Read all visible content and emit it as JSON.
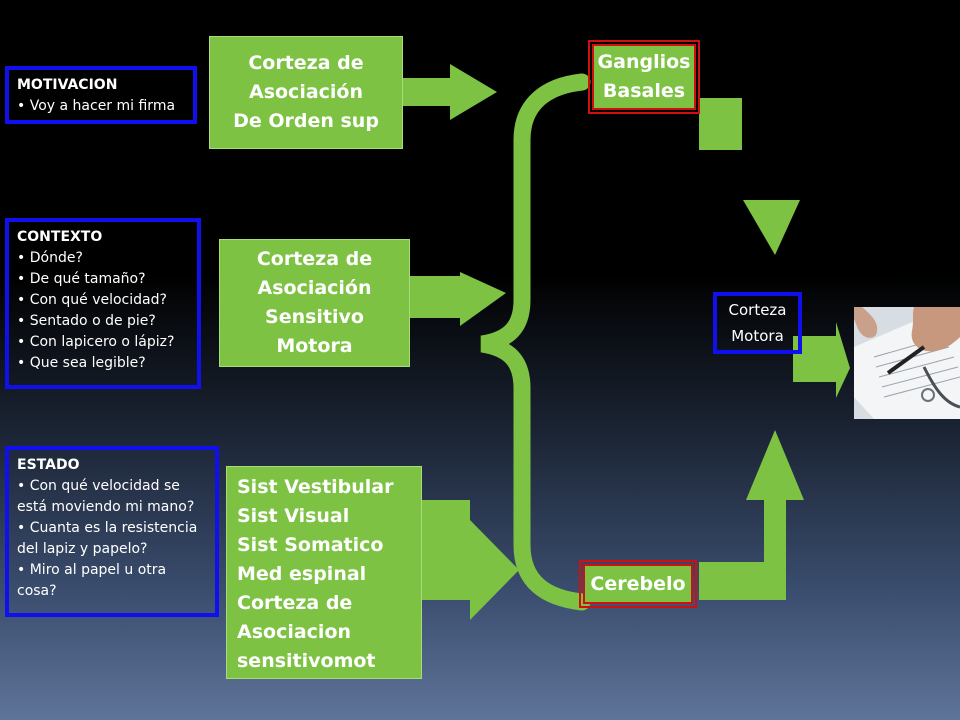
{
  "motivacion": {
    "title": "MOTIVACION",
    "items": [
      "Voy a hacer mi firma"
    ]
  },
  "contexto": {
    "title": "CONTEXTO",
    "items": [
      "Dónde?",
      "De qué tamaño?",
      "Con qué velocidad?",
      "Sentado o de pie?",
      "Con lapicero o lápiz?",
      "Que sea legible?"
    ]
  },
  "estado": {
    "title": "ESTADO",
    "items": [
      "Con qué velocidad se está moviendo mi mano?",
      "Cuanta es la resistencia del lapiz y papelo?",
      "Miro al papel u otra cosa?"
    ]
  },
  "corteza_orden_sup": [
    "Corteza de",
    "Asociación",
    "De Orden sup"
  ],
  "corteza_sensitivo": [
    "Corteza de",
    "Asociación",
    "Sensitivo",
    "Motora"
  ],
  "sistemas": [
    "Sist Vestibular",
    "Sist Visual",
    "Sist Somatico",
    "Med espinal",
    "Corteza de",
    "Asociacion",
    "sensitivomot"
  ],
  "ganglios": [
    "Ganglios",
    "Basales"
  ],
  "cerebelo": "Cerebelo",
  "corteza_motora": [
    "Corteza",
    "Motora"
  ],
  "colors": {
    "green": "#7dc242",
    "blue": "#1010ee",
    "red": "#d01010"
  },
  "image": {
    "icon": "hand-writing-photo"
  }
}
